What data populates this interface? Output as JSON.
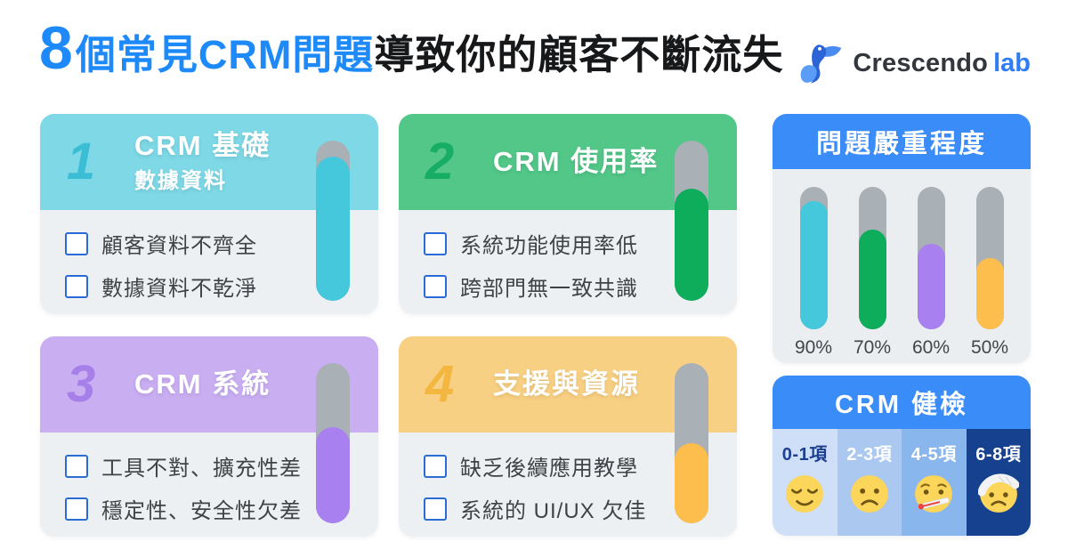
{
  "title": {
    "number": "8",
    "highlight": "個常見CRM問題",
    "rest": "導致你的顧客不斷流失"
  },
  "logo": {
    "brand": "Crescendo",
    "suffix": "lab",
    "icon": "crescendo-bird-icon"
  },
  "cards": [
    {
      "number": "1",
      "title": "CRM 基礎",
      "subtitle": "數據資料",
      "items": [
        "顧客資料不齊全",
        "數據資料不乾淨"
      ],
      "severity_percent": 90,
      "header_bg": "#7ED8E6",
      "bar_color": "#45C7DC"
    },
    {
      "number": "2",
      "title": "CRM 使用率",
      "items": [
        "系統功能使用率低",
        "跨部門無一致共識"
      ],
      "severity_percent": 70,
      "header_bg": "#52C788",
      "bar_color": "#0EAD5C"
    },
    {
      "number": "3",
      "title": "CRM 系統",
      "items": [
        "工具不對、擴充性差",
        "穩定性、安全性欠差"
      ],
      "severity_percent": 60,
      "header_bg": "#C9AEF2",
      "bar_color": "#A980EF"
    },
    {
      "number": "4",
      "title": "支援與資源",
      "items": [
        "缺乏後續應用教學",
        "系統的 UI/UX 欠佳"
      ],
      "severity_percent": 50,
      "header_bg": "#F8D083",
      "bar_color": "#FDBE4D"
    }
  ],
  "severity_panel": {
    "title": "問題嚴重程度",
    "labels": [
      "90%",
      "70%",
      "60%",
      "50%"
    ],
    "header_bg": "#3A8CF8",
    "track_color": "#A9B0B6"
  },
  "health_panel": {
    "title": "CRM 健檢",
    "header_bg": "#3A8CF8",
    "columns": [
      {
        "label": "0-1項",
        "icon": "relieved-face-icon",
        "bg": "#CEDFF7"
      },
      {
        "label": "2-3項",
        "icon": "frowning-face-icon",
        "bg": "#ABC8F1"
      },
      {
        "label": "4-5項",
        "icon": "thermometer-face-icon",
        "bg": "#89B6ED"
      },
      {
        "label": "6-8項",
        "icon": "head-bandage-face-icon",
        "bg": "#16418F"
      }
    ]
  },
  "chart_data": {
    "type": "bar",
    "title": "問題嚴重程度",
    "categories": [
      "CRM 基礎數據資料",
      "CRM 使用率",
      "CRM 系統",
      "支援與資源"
    ],
    "values": [
      90,
      70,
      60,
      50
    ],
    "value_labels": [
      "90%",
      "70%",
      "60%",
      "50%"
    ],
    "ylim": [
      0,
      100
    ],
    "colors": [
      "#45C7DC",
      "#0EAD5C",
      "#A980EF",
      "#FDBE4D"
    ],
    "legend": false,
    "grid": false
  },
  "colors": {
    "title_blue": "#1E8AF9",
    "title_dark": "#17181A",
    "checkbox_border": "#2A6BD8",
    "item_text": "#3F4347",
    "card_body_bg": "#EDF0F2",
    "panel_body_bg": "#EAEEF1",
    "bar_track": "#A9B0B6",
    "logo_text": "#33373D",
    "logo_lab": "#2E7CF6"
  }
}
